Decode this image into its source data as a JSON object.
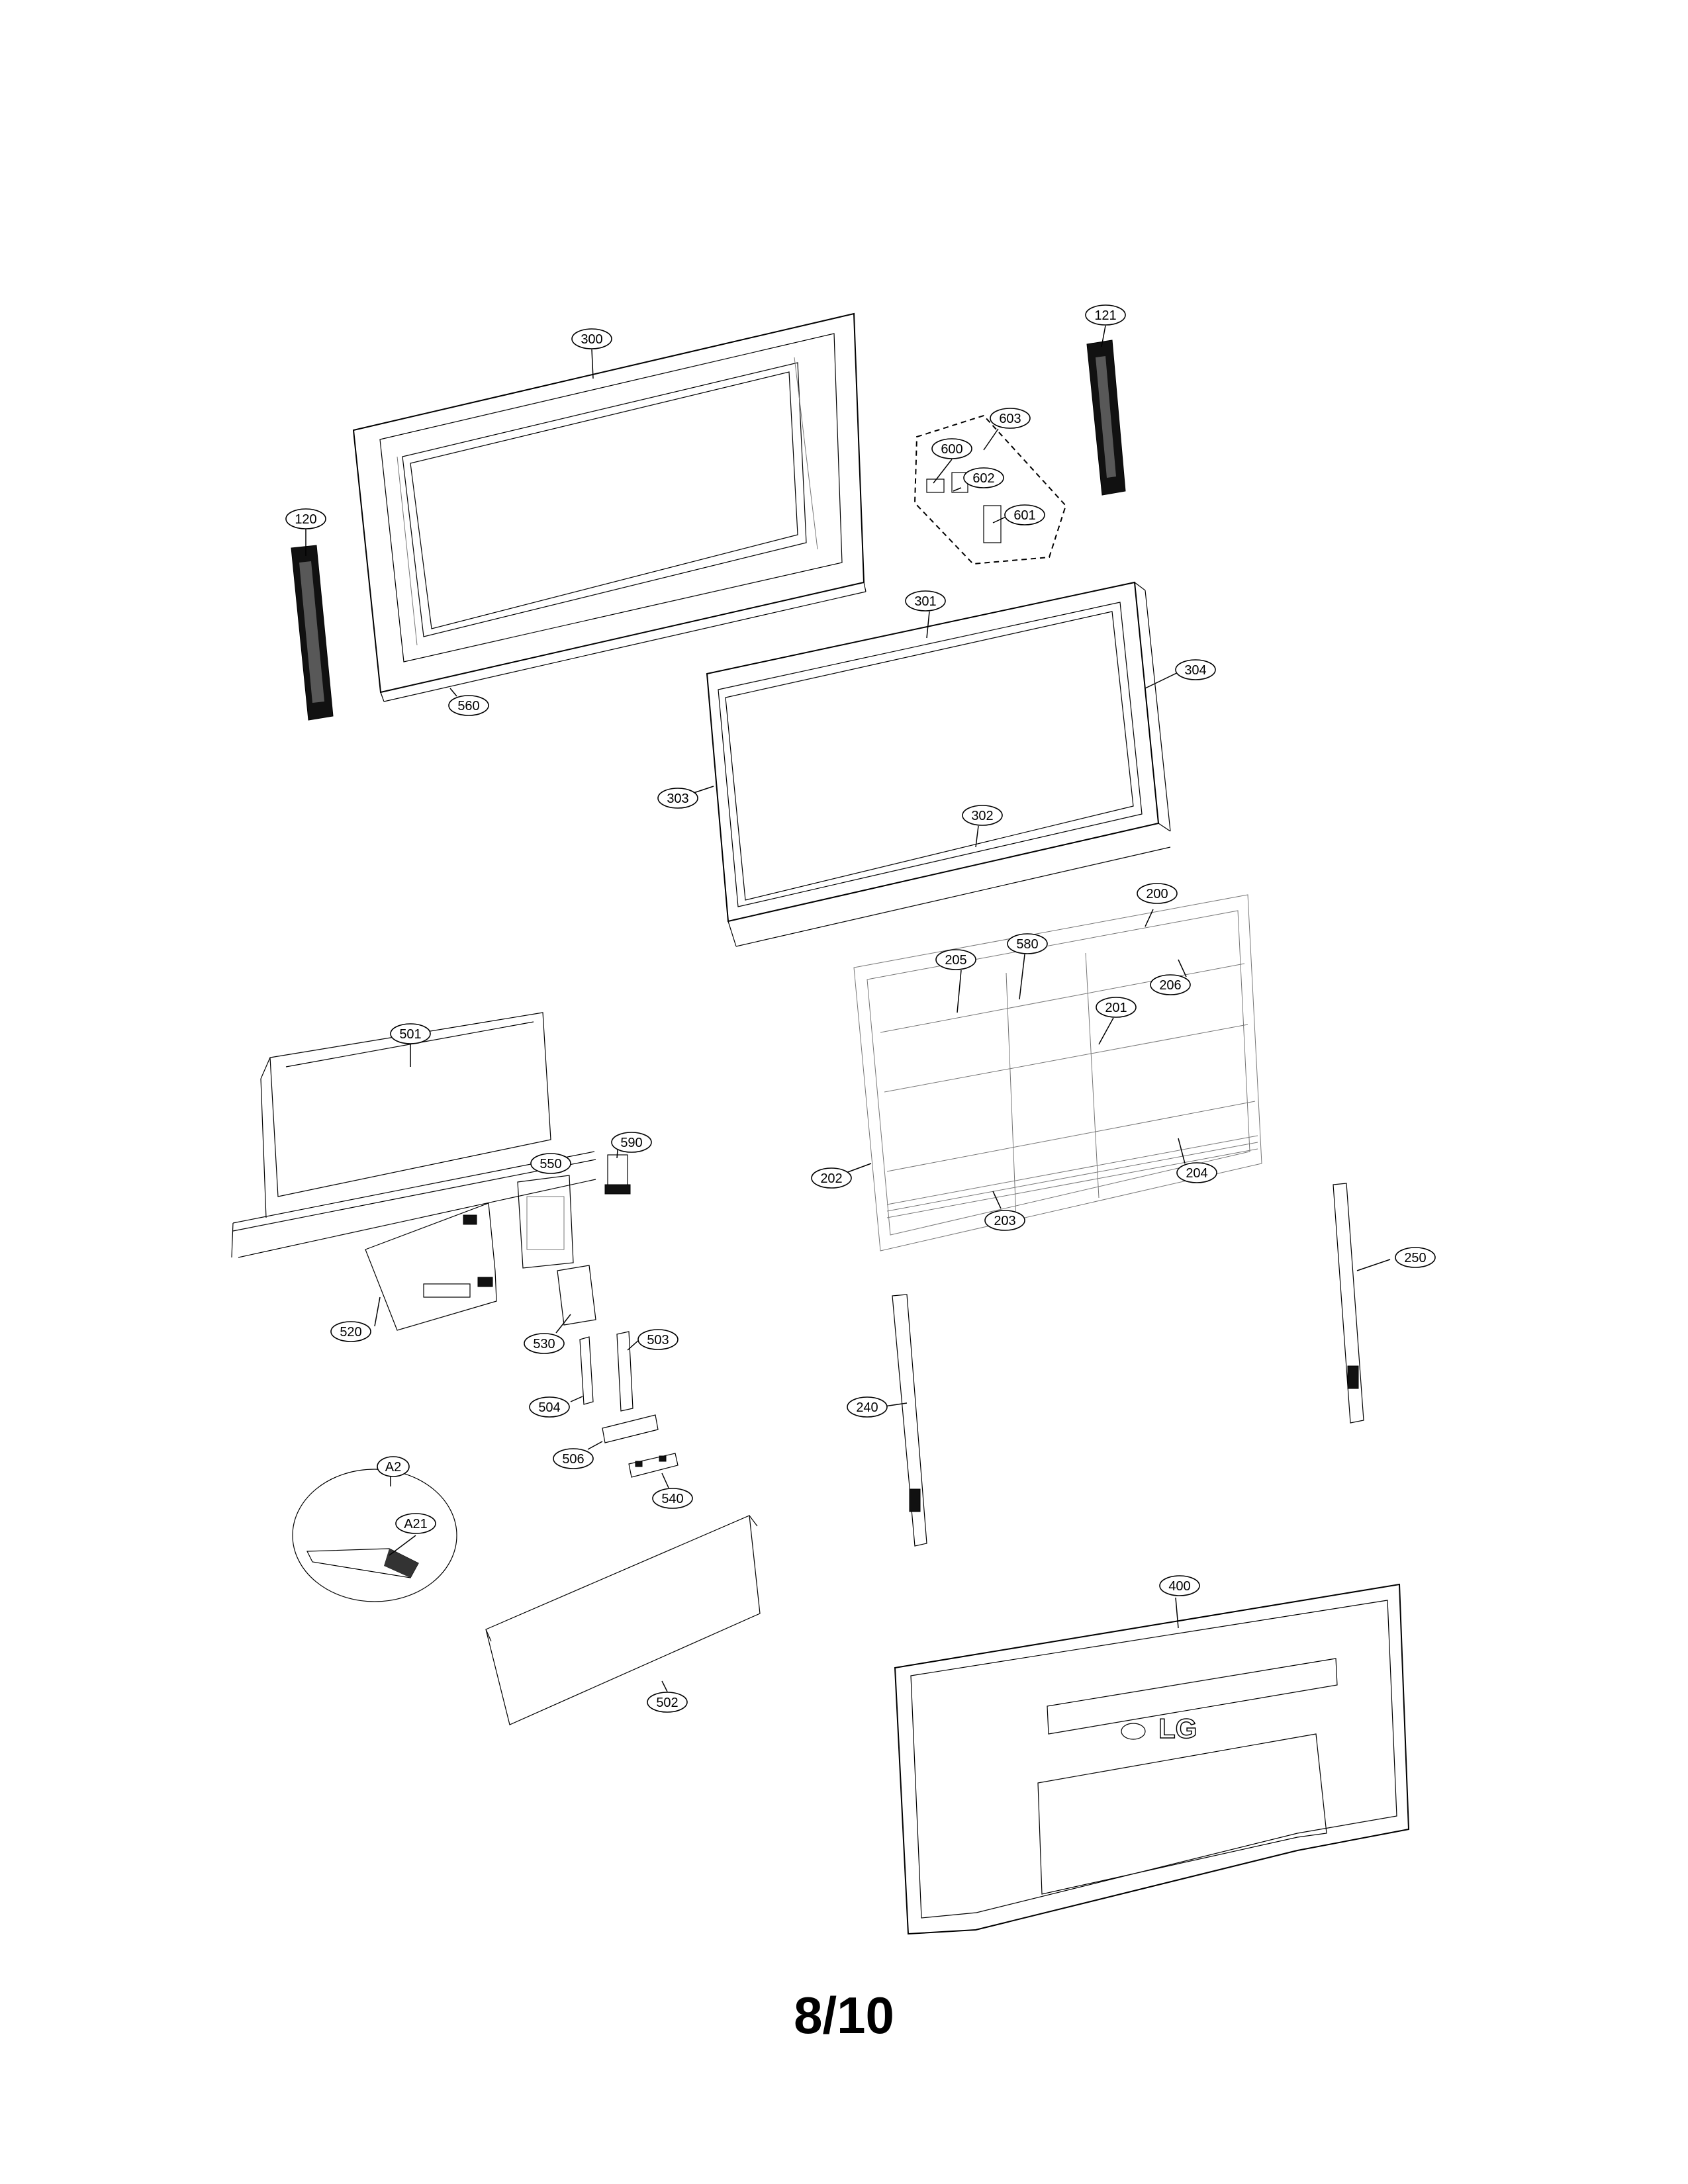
{
  "page_number": "8/10",
  "brand_logo_text": "LG",
  "callouts": [
    "300",
    "120",
    "121",
    "603",
    "600",
    "602",
    "601",
    "560",
    "301",
    "304",
    "303",
    "302",
    "200",
    "205",
    "580",
    "206",
    "201",
    "202",
    "204",
    "203",
    "501",
    "590",
    "550",
    "520",
    "530",
    "503",
    "504",
    "506",
    "540",
    "A2",
    "A21",
    "502",
    "240",
    "250",
    "400"
  ]
}
